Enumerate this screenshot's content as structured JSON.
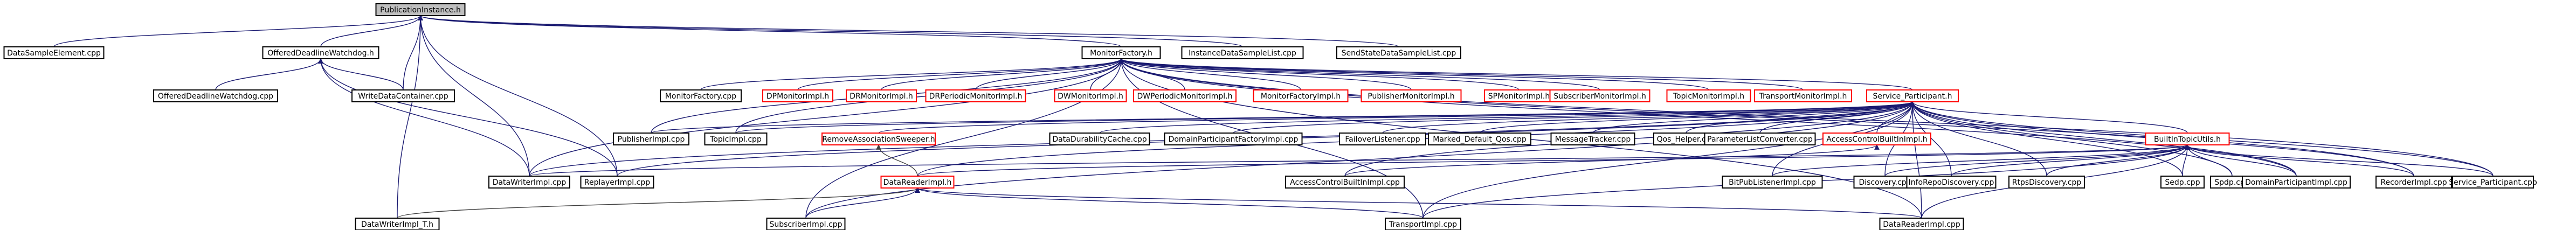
{
  "colors": {
    "background": "#ffffff",
    "node_border_normal": "#000000",
    "node_border_highlight": "#bfbfbf",
    "node_border_red": "#ff0000",
    "node_fill_root": "#bfbfbf",
    "edge_primary": "#191970",
    "edge_secondary": "#404040",
    "text": "#000000"
  },
  "graph": {
    "nodes": [
      {
        "id": "publication_instance_h",
        "label": "PublicationInstance.h",
        "style": "root"
      },
      {
        "id": "data_sample_element_cpp",
        "label": "DataSampleElement.cpp",
        "style": "normal"
      },
      {
        "id": "offered_deadline_watchdog_h",
        "label": "OfferedDeadlineWatchdog.h",
        "style": "normal"
      },
      {
        "id": "monitor_factory_h",
        "label": "MonitorFactory.h",
        "style": "normal"
      },
      {
        "id": "instance_data_sample_list_cpp",
        "label": "InstanceDataSampleList.cpp",
        "style": "normal"
      },
      {
        "id": "send_state_data_sample_list_cpp",
        "label": "SendStateDataSampleList.cpp",
        "style": "normal"
      },
      {
        "id": "offered_deadline_watchdog_cpp",
        "label": "OfferedDeadlineWatchdog.cpp",
        "style": "normal"
      },
      {
        "id": "write_data_container_cpp",
        "label": "WriteDataContainer.cpp",
        "style": "normal"
      },
      {
        "id": "monitor_factory_cpp",
        "label": "MonitorFactory.cpp",
        "style": "normal"
      },
      {
        "id": "dp_monitor_impl_h",
        "label": "DPMonitorImpl.h",
        "style": "red"
      },
      {
        "id": "dr_monitor_impl_h",
        "label": "DRMonitorImpl.h",
        "style": "red"
      },
      {
        "id": "dr_periodic_monitor_impl_h",
        "label": "DRPeriodicMonitorImpl.h",
        "style": "red"
      },
      {
        "id": "dw_monitor_impl_h",
        "label": "DWMonitorImpl.h",
        "style": "red"
      },
      {
        "id": "dw_periodic_monitor_impl_h",
        "label": "DWPeriodicMonitorImpl.h",
        "style": "red"
      },
      {
        "id": "monitor_factory_impl_h",
        "label": "MonitorFactoryImpl.h",
        "style": "red"
      },
      {
        "id": "publisher_monitor_impl_h",
        "label": "PublisherMonitorImpl.h",
        "style": "red"
      },
      {
        "id": "sp_monitor_impl_h",
        "label": "SPMonitorImpl.h",
        "style": "red"
      },
      {
        "id": "subscriber_monitor_impl_h",
        "label": "SubscriberMonitorImpl.h",
        "style": "red"
      },
      {
        "id": "topic_monitor_impl_h",
        "label": "TopicMonitorImpl.h",
        "style": "red"
      },
      {
        "id": "transport_monitor_impl_h",
        "label": "TransportMonitorImpl.h",
        "style": "red"
      },
      {
        "id": "service_participant_h",
        "label": "Service_Participant.h",
        "style": "red"
      },
      {
        "id": "publisher_impl_cpp",
        "label": "PublisherImpl.cpp",
        "style": "normal"
      },
      {
        "id": "topic_impl_cpp",
        "label": "TopicImpl.cpp",
        "style": "normal"
      },
      {
        "id": "remove_association_sweeper_h",
        "label": "RemoveAssociationSweeper.h",
        "style": "red"
      },
      {
        "id": "data_durability_cache_cpp",
        "label": "DataDurabilityCache.cpp",
        "style": "normal"
      },
      {
        "id": "domain_participant_factory_impl_cpp",
        "label": "DomainParticipantFactoryImpl.cpp",
        "style": "normal"
      },
      {
        "id": "failover_listener_cpp",
        "label": "FailoverListener.cpp",
        "style": "normal"
      },
      {
        "id": "marked_default_qos_cpp",
        "label": "Marked_Default_Qos.cpp",
        "style": "normal"
      },
      {
        "id": "message_tracker_cpp",
        "label": "MessageTracker.cpp",
        "style": "normal"
      },
      {
        "id": "qos_helper_cpp",
        "label": "Qos_Helper.cpp",
        "style": "normal"
      },
      {
        "id": "parameter_list_converter_cpp",
        "label": "ParameterListConverter.cpp",
        "style": "normal"
      },
      {
        "id": "access_control_builtin_impl_h",
        "label": "AccessControlBuiltInImpl.h",
        "style": "red"
      },
      {
        "id": "builtin_topic_utils_h",
        "label": "BuiltInTopicUtils.h",
        "style": "red"
      },
      {
        "id": "data_writer_impl_cpp",
        "label": "DataWriterImpl.cpp",
        "style": "normal"
      },
      {
        "id": "replayer_impl_cpp",
        "label": "ReplayerImpl.cpp",
        "style": "normal"
      },
      {
        "id": "data_reader_impl_h",
        "label": "DataReaderImpl.h",
        "style": "red"
      },
      {
        "id": "access_control_builtin_impl_cpp",
        "label": "AccessControlBuiltInImpl.cpp",
        "style": "normal"
      },
      {
        "id": "bit_pub_listener_impl_cpp",
        "label": "BitPubListenerImpl.cpp",
        "style": "normal"
      },
      {
        "id": "discovery_cpp",
        "label": "Discovery.cpp",
        "style": "normal"
      },
      {
        "id": "info_repo_discovery_cpp",
        "label": "InfoRepoDiscovery.cpp",
        "style": "normal"
      },
      {
        "id": "rtps_discovery_cpp",
        "label": "RtpsDiscovery.cpp",
        "style": "normal"
      },
      {
        "id": "sedp_cpp",
        "label": "Sedp.cpp",
        "style": "normal"
      },
      {
        "id": "spdp_cpp",
        "label": "Spdp.cpp",
        "style": "normal"
      },
      {
        "id": "domain_participant_impl_cpp",
        "label": "DomainParticipantImpl.cpp",
        "style": "normal"
      },
      {
        "id": "recorder_impl_cpp",
        "label": "RecorderImpl.cpp",
        "style": "normal"
      },
      {
        "id": "service_participant_cpp",
        "label": "Service_Participant.cpp",
        "style": "normal"
      },
      {
        "id": "data_writer_impl_t_h",
        "label": "DataWriterImpl_T.h",
        "style": "normal"
      },
      {
        "id": "subscriber_impl_cpp",
        "label": "SubscriberImpl.cpp",
        "style": "normal"
      },
      {
        "id": "transport_impl_cpp",
        "label": "TransportImpl.cpp",
        "style": "normal"
      },
      {
        "id": "data_reader_impl_cpp",
        "label": "DataReaderImpl.cpp",
        "style": "normal"
      }
    ],
    "edges": [
      [
        "publication_instance_h",
        "data_sample_element_cpp",
        "primary"
      ],
      [
        "publication_instance_h",
        "offered_deadline_watchdog_h",
        "primary"
      ],
      [
        "publication_instance_h",
        "monitor_factory_h",
        "primary"
      ],
      [
        "publication_instance_h",
        "instance_data_sample_list_cpp",
        "primary"
      ],
      [
        "publication_instance_h",
        "send_state_data_sample_list_cpp",
        "primary"
      ],
      [
        "publication_instance_h",
        "write_data_container_cpp",
        "primary"
      ],
      [
        "publication_instance_h",
        "data_writer_impl_cpp",
        "primary"
      ],
      [
        "publication_instance_h",
        "replayer_impl_cpp",
        "primary"
      ],
      [
        "publication_instance_h",
        "data_writer_impl_t_h",
        "primary"
      ],
      [
        "offered_deadline_watchdog_h",
        "offered_deadline_watchdog_cpp",
        "primary"
      ],
      [
        "offered_deadline_watchdog_h",
        "write_data_container_cpp",
        "primary"
      ],
      [
        "offered_deadline_watchdog_h",
        "data_writer_impl_cpp",
        "primary"
      ],
      [
        "offered_deadline_watchdog_h",
        "replayer_impl_cpp",
        "primary"
      ],
      [
        "monitor_factory_h",
        "monitor_factory_cpp",
        "primary"
      ],
      [
        "monitor_factory_h",
        "dp_monitor_impl_h",
        "primary"
      ],
      [
        "monitor_factory_h",
        "dr_monitor_impl_h",
        "primary"
      ],
      [
        "monitor_factory_h",
        "dr_periodic_monitor_impl_h",
        "primary"
      ],
      [
        "monitor_factory_h",
        "dw_monitor_impl_h",
        "primary"
      ],
      [
        "monitor_factory_h",
        "dw_periodic_monitor_impl_h",
        "primary"
      ],
      [
        "monitor_factory_h",
        "monitor_factory_impl_h",
        "primary"
      ],
      [
        "monitor_factory_h",
        "publisher_monitor_impl_h",
        "primary"
      ],
      [
        "monitor_factory_h",
        "sp_monitor_impl_h",
        "primary"
      ],
      [
        "monitor_factory_h",
        "subscriber_monitor_impl_h",
        "primary"
      ],
      [
        "monitor_factory_h",
        "topic_monitor_impl_h",
        "primary"
      ],
      [
        "monitor_factory_h",
        "transport_monitor_impl_h",
        "primary"
      ],
      [
        "monitor_factory_h",
        "service_participant_h",
        "primary"
      ],
      [
        "monitor_factory_h",
        "publisher_impl_cpp",
        "primary"
      ],
      [
        "monitor_factory_h",
        "topic_impl_cpp",
        "primary"
      ],
      [
        "monitor_factory_h",
        "data_writer_impl_cpp",
        "primary"
      ],
      [
        "monitor_factory_h",
        "subscriber_impl_cpp",
        "primary"
      ],
      [
        "monitor_factory_h",
        "domain_participant_impl_cpp",
        "primary"
      ],
      [
        "monitor_factory_h",
        "recorder_impl_cpp",
        "primary"
      ],
      [
        "monitor_factory_h",
        "service_participant_cpp",
        "primary"
      ],
      [
        "monitor_factory_h",
        "transport_impl_cpp",
        "primary"
      ],
      [
        "monitor_factory_h",
        "data_reader_impl_cpp",
        "primary"
      ],
      [
        "service_participant_h",
        "publisher_impl_cpp",
        "primary"
      ],
      [
        "service_participant_h",
        "topic_impl_cpp",
        "primary"
      ],
      [
        "service_participant_h",
        "remove_association_sweeper_h",
        "primary"
      ],
      [
        "service_participant_h",
        "data_durability_cache_cpp",
        "primary"
      ],
      [
        "service_participant_h",
        "domain_participant_factory_impl_cpp",
        "primary"
      ],
      [
        "service_participant_h",
        "failover_listener_cpp",
        "primary"
      ],
      [
        "service_participant_h",
        "marked_default_qos_cpp",
        "primary"
      ],
      [
        "service_participant_h",
        "message_tracker_cpp",
        "primary"
      ],
      [
        "service_participant_h",
        "qos_helper_cpp",
        "primary"
      ],
      [
        "service_participant_h",
        "parameter_list_converter_cpp",
        "primary"
      ],
      [
        "service_participant_h",
        "access_control_builtin_impl_h",
        "primary"
      ],
      [
        "service_participant_h",
        "builtin_topic_utils_h",
        "primary"
      ],
      [
        "service_participant_h",
        "data_writer_impl_cpp",
        "primary"
      ],
      [
        "service_participant_h",
        "replayer_impl_cpp",
        "primary"
      ],
      [
        "service_participant_h",
        "data_reader_impl_h",
        "primary"
      ],
      [
        "service_participant_h",
        "access_control_builtin_impl_cpp",
        "primary"
      ],
      [
        "service_participant_h",
        "bit_pub_listener_impl_cpp",
        "primary"
      ],
      [
        "service_participant_h",
        "discovery_cpp",
        "primary"
      ],
      [
        "service_participant_h",
        "info_repo_discovery_cpp",
        "primary"
      ],
      [
        "service_participant_h",
        "rtps_discovery_cpp",
        "primary"
      ],
      [
        "service_participant_h",
        "sedp_cpp",
        "primary"
      ],
      [
        "service_participant_h",
        "spdp_cpp",
        "primary"
      ],
      [
        "service_participant_h",
        "domain_participant_impl_cpp",
        "primary"
      ],
      [
        "service_participant_h",
        "recorder_impl_cpp",
        "primary"
      ],
      [
        "service_participant_h",
        "service_participant_cpp",
        "primary"
      ],
      [
        "service_participant_h",
        "subscriber_impl_cpp",
        "primary"
      ],
      [
        "service_participant_h",
        "transport_impl_cpp",
        "primary"
      ],
      [
        "service_participant_h",
        "data_reader_impl_cpp",
        "primary"
      ],
      [
        "remove_association_sweeper_h",
        "data_reader_impl_h",
        "secondary"
      ],
      [
        "access_control_builtin_impl_h",
        "access_control_builtin_impl_cpp",
        "primary"
      ],
      [
        "builtin_topic_utils_h",
        "data_writer_impl_cpp",
        "primary"
      ],
      [
        "builtin_topic_utils_h",
        "data_reader_impl_h",
        "primary"
      ],
      [
        "builtin_topic_utils_h",
        "bit_pub_listener_impl_cpp",
        "primary"
      ],
      [
        "builtin_topic_utils_h",
        "discovery_cpp",
        "primary"
      ],
      [
        "builtin_topic_utils_h",
        "info_repo_discovery_cpp",
        "primary"
      ],
      [
        "builtin_topic_utils_h",
        "rtps_discovery_cpp",
        "primary"
      ],
      [
        "builtin_topic_utils_h",
        "sedp_cpp",
        "primary"
      ],
      [
        "builtin_topic_utils_h",
        "spdp_cpp",
        "primary"
      ],
      [
        "builtin_topic_utils_h",
        "domain_participant_impl_cpp",
        "primary"
      ],
      [
        "builtin_topic_utils_h",
        "recorder_impl_cpp",
        "primary"
      ],
      [
        "builtin_topic_utils_h",
        "service_participant_cpp",
        "primary"
      ],
      [
        "builtin_topic_utils_h",
        "transport_impl_cpp",
        "primary"
      ],
      [
        "builtin_topic_utils_h",
        "data_reader_impl_cpp",
        "primary"
      ],
      [
        "data_reader_impl_h",
        "data_writer_impl_t_h",
        "secondary"
      ],
      [
        "data_reader_impl_h",
        "subscriber_impl_cpp",
        "primary"
      ],
      [
        "data_reader_impl_h",
        "transport_impl_cpp",
        "primary"
      ],
      [
        "data_reader_impl_h",
        "data_reader_impl_cpp",
        "primary"
      ]
    ]
  }
}
